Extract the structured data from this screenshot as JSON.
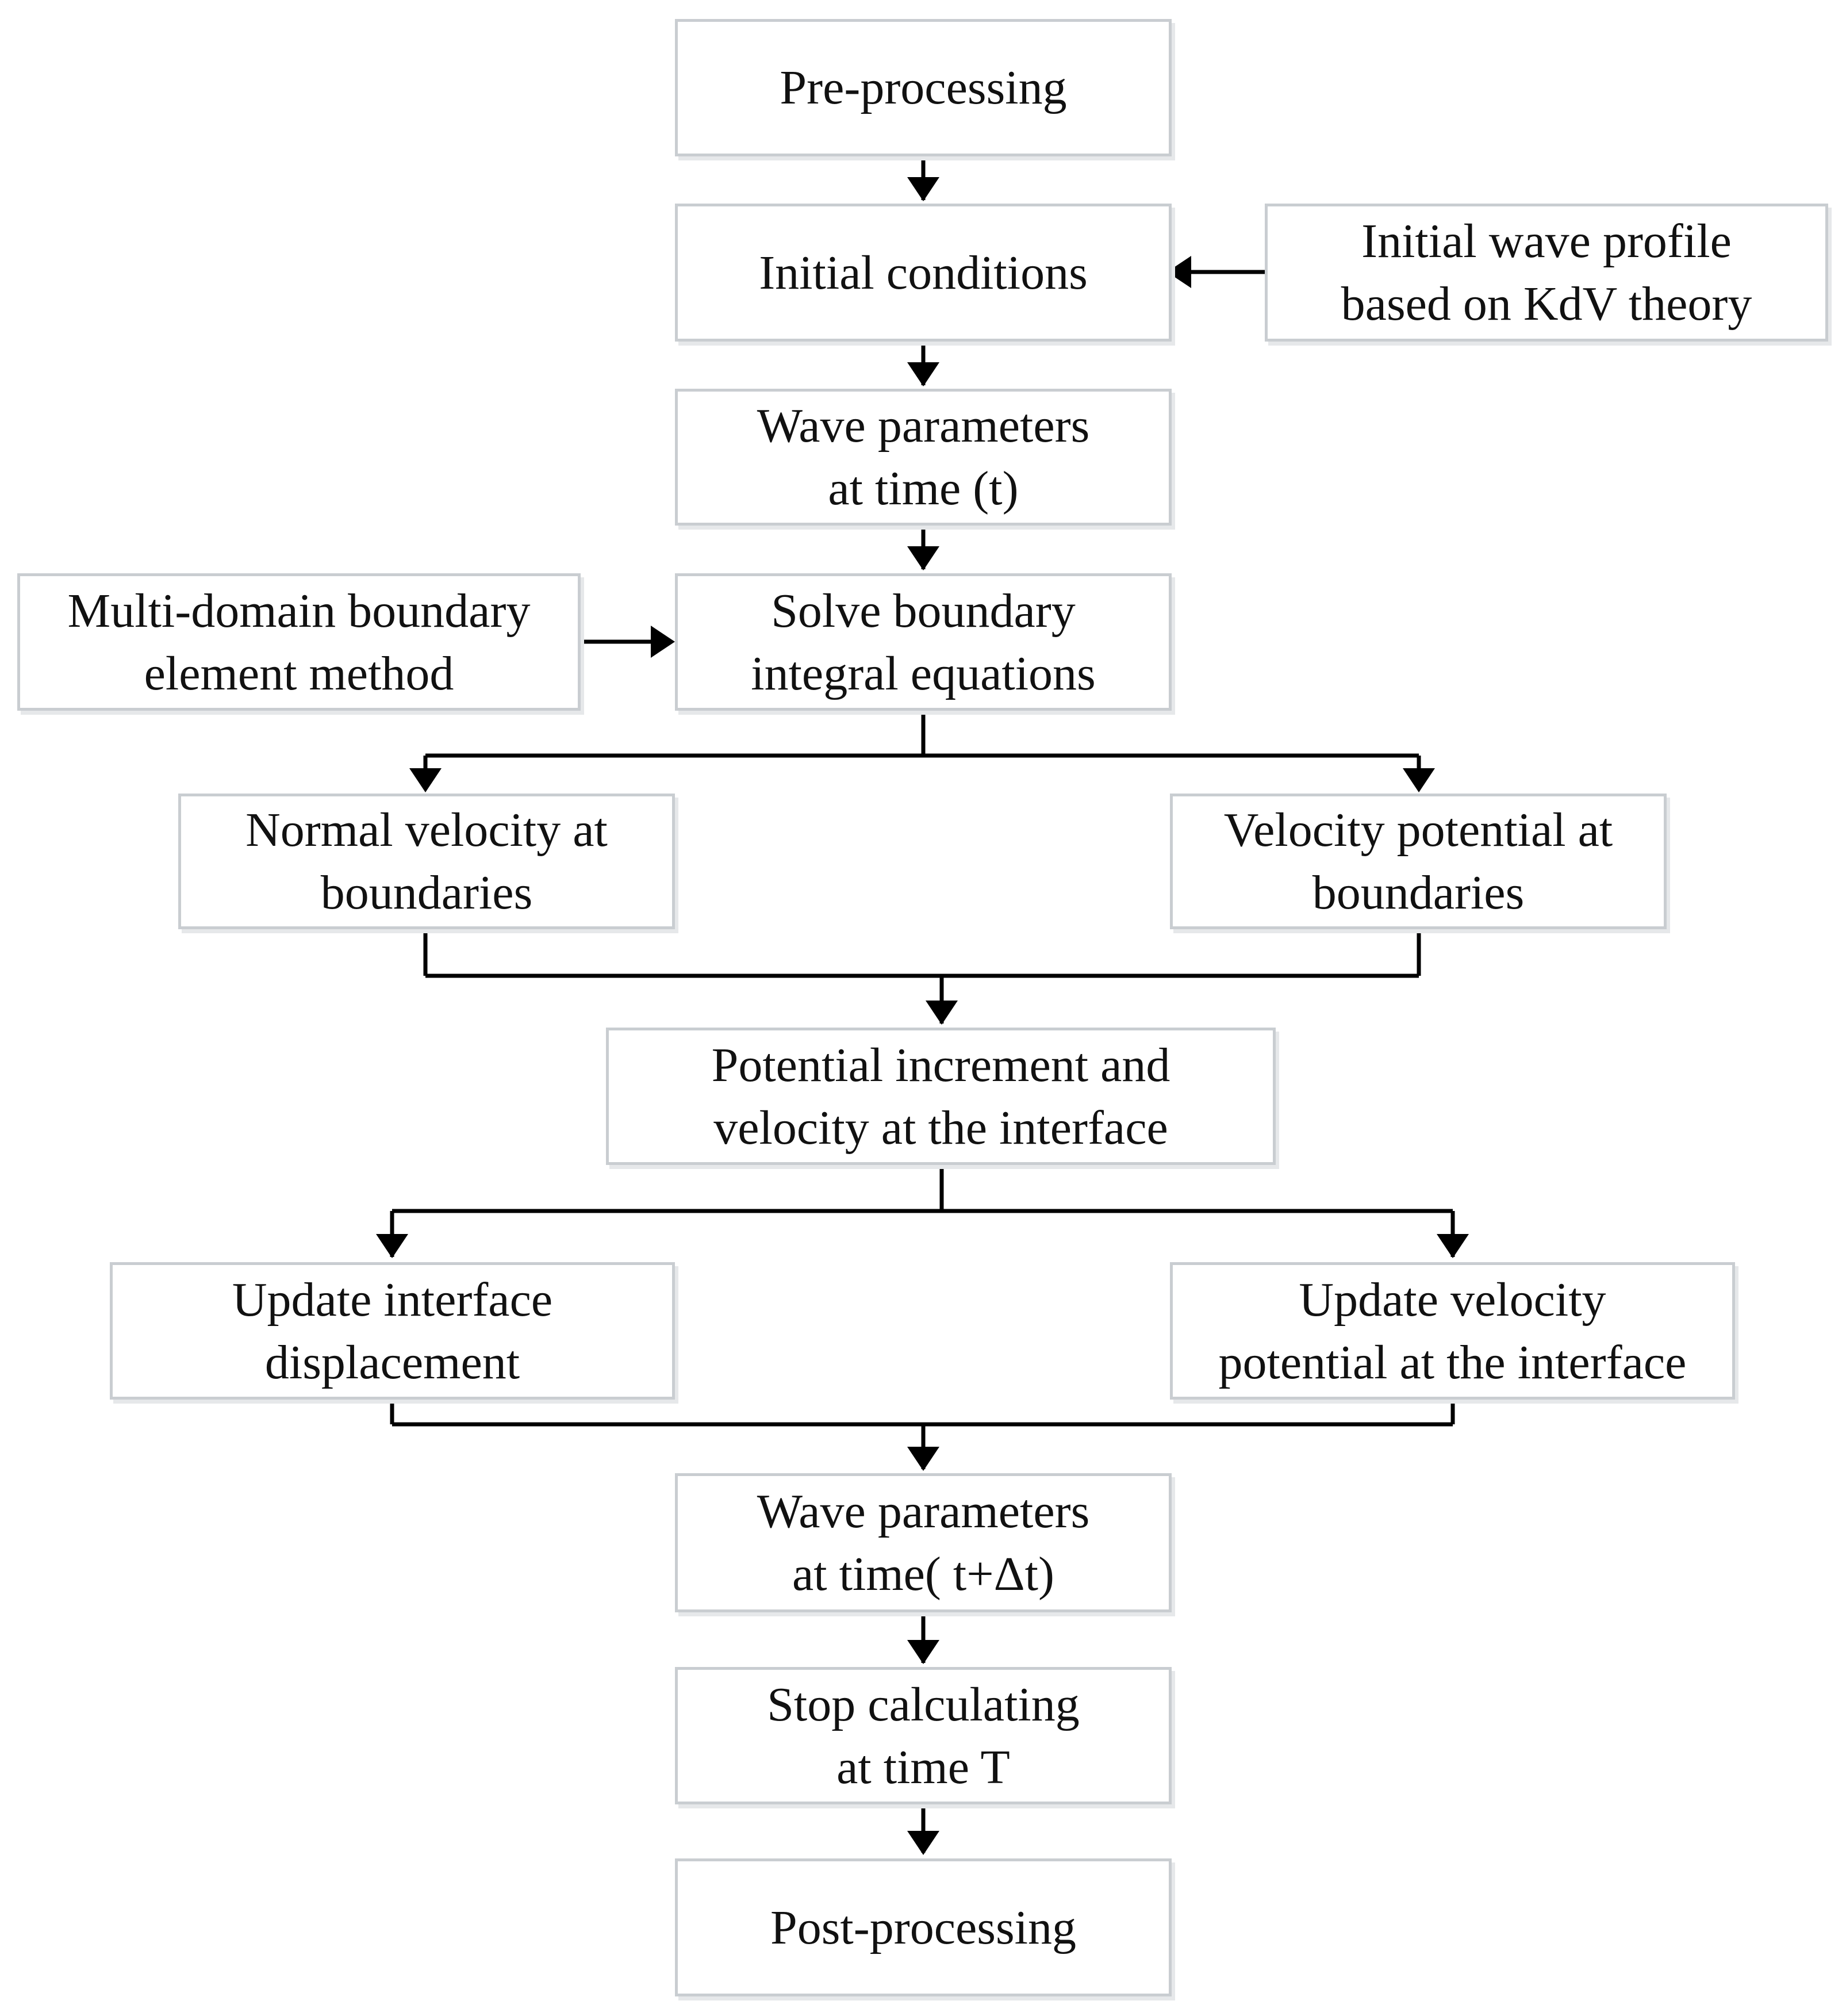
{
  "diagram": {
    "nodes": {
      "pre_processing": {
        "lines": [
          "Pre-processing"
        ]
      },
      "initial_conditions": {
        "lines": [
          "Initial conditions"
        ]
      },
      "initial_wave_profile": {
        "lines": [
          "Initial wave profile",
          "based on KdV theory"
        ]
      },
      "wave_params_t": {
        "lines": [
          "Wave parameters",
          "at time (t)"
        ]
      },
      "multi_domain_bem": {
        "lines": [
          "Multi-domain boundary",
          "element method"
        ]
      },
      "solve_bie": {
        "lines": [
          "Solve boundary",
          "integral equations"
        ]
      },
      "normal_velocity": {
        "lines": [
          "Normal velocity at",
          "boundaries"
        ]
      },
      "velocity_potential": {
        "lines": [
          "Velocity potential at",
          "boundaries"
        ]
      },
      "potential_increment": {
        "lines": [
          "Potential increment and",
          "velocity at the interface"
        ]
      },
      "update_displacement": {
        "lines": [
          "Update interface",
          "displacement"
        ]
      },
      "update_potential": {
        "lines": [
          "Update velocity",
          "potential at the interface"
        ]
      },
      "wave_params_t_dt": {
        "lines": [
          "Wave parameters",
          "at time( t+Δt)"
        ]
      },
      "stop_calculating": {
        "lines": [
          "Stop calculating",
          "at time T"
        ]
      },
      "post_processing": {
        "lines": [
          "Post-processing"
        ]
      }
    },
    "edges": [
      {
        "from": "pre_processing",
        "to": "initial_conditions"
      },
      {
        "from": "initial_wave_profile",
        "to": "initial_conditions"
      },
      {
        "from": "initial_conditions",
        "to": "wave_params_t"
      },
      {
        "from": "wave_params_t",
        "to": "solve_bie"
      },
      {
        "from": "multi_domain_bem",
        "to": "solve_bie"
      },
      {
        "from": "solve_bie",
        "to": "normal_velocity"
      },
      {
        "from": "solve_bie",
        "to": "velocity_potential"
      },
      {
        "from": "normal_velocity",
        "to": "potential_increment"
      },
      {
        "from": "velocity_potential",
        "to": "potential_increment"
      },
      {
        "from": "potential_increment",
        "to": "update_displacement"
      },
      {
        "from": "potential_increment",
        "to": "update_potential"
      },
      {
        "from": "update_displacement",
        "to": "wave_params_t_dt"
      },
      {
        "from": "update_potential",
        "to": "wave_params_t_dt"
      },
      {
        "from": "wave_params_t_dt",
        "to": "stop_calculating"
      },
      {
        "from": "stop_calculating",
        "to": "post_processing"
      }
    ],
    "colors": {
      "box_border": "#c9cdd1",
      "box_shadow": "#e6e8ea",
      "connector": "#000000",
      "text": "#111111"
    }
  }
}
